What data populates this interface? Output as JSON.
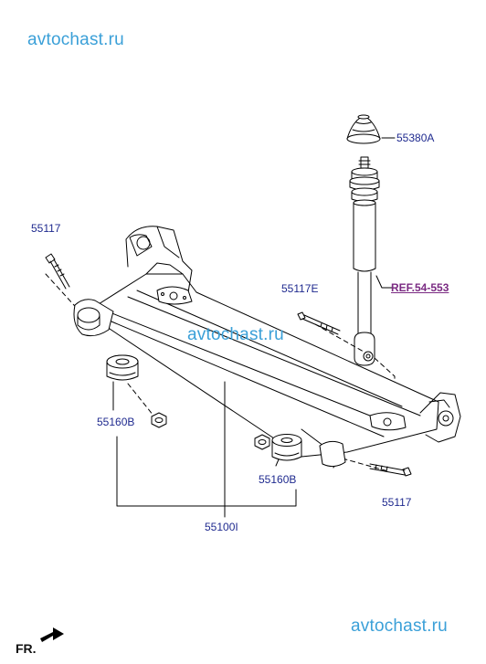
{
  "watermarks": {
    "top": "avtochast.ru",
    "middle": "avtochast.ru",
    "bottom": "avtochast.ru"
  },
  "part_labels": {
    "bump_stop": "55380A",
    "bolt_left": "55117",
    "bolt_shock": "55117E",
    "reference": "REF.54-553",
    "bushing_left": "55160B",
    "bushing_right": "55160B",
    "bolt_right": "55117",
    "axle_assembly": "55100I"
  },
  "orientation": {
    "label": "FR.",
    "icon": "forward-arrow-icon"
  },
  "colors": {
    "watermark": "#3ba0d8",
    "part_number": "#1f2a8f",
    "reference": "#7a2a82",
    "line": "#000000"
  }
}
